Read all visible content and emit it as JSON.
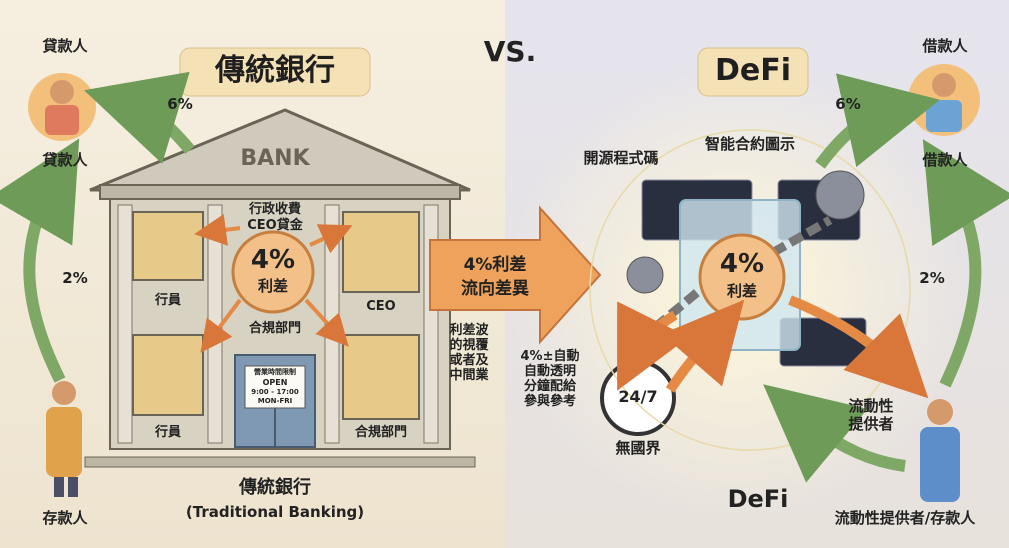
{
  "vs": "VS.",
  "left": {
    "title": "傳統銀行",
    "subtitle_cn": "傳統銀行",
    "subtitle_en": "(Traditional Banking)",
    "bank_sign": "BANK",
    "borrower_top": "貸款人",
    "borrower_mid": "貸款人",
    "depositor": "存款人",
    "rate_out": "6%",
    "rate_in": "2%",
    "spread_pct": "4%",
    "spread_word": "利差",
    "admin_note_1": "行政收費",
    "admin_note_2": "CEO貸金",
    "compliance_top": "合規部門",
    "teller_1": "行員",
    "teller_2": "行員",
    "ceo": "CEO",
    "compliance_room": "合規部門",
    "hours_title": "營業時間限制",
    "hours_open": "OPEN",
    "hours_time": "9:00 - 17:00",
    "hours_days": "MON-FRI"
  },
  "middle": {
    "arrow_line1": "4%利差",
    "arrow_line2": "流向差異",
    "note_a": [
      "利差波",
      "的視覆",
      "或者及",
      "中間業"
    ],
    "note_b": [
      "4%±自動",
      "自動透明",
      "分鐘配給",
      "參與參考"
    ]
  },
  "right": {
    "title": "DeFi",
    "subtitle": "DeFi",
    "borrower_top": "借款人",
    "borrower_mid": "借款人",
    "rate_out": "6%",
    "rate_in": "2%",
    "open_source": "開源程式碼",
    "smart_contract": "智能合約圖示",
    "spread_pct": "4%",
    "spread_word": "利差",
    "clock": "24/7",
    "borderless": "無國界",
    "lp_line1": "流動性",
    "lp_line2": "提供者",
    "lp_depositor": "流動性提供者/存款人"
  },
  "colors": {
    "left_bg": "#f3ead8",
    "right_bg": "#e3e1ec",
    "arrow_green": "#7fa866",
    "arrow_orange": "#e48a45",
    "spread_circle": "#f4c08a"
  }
}
